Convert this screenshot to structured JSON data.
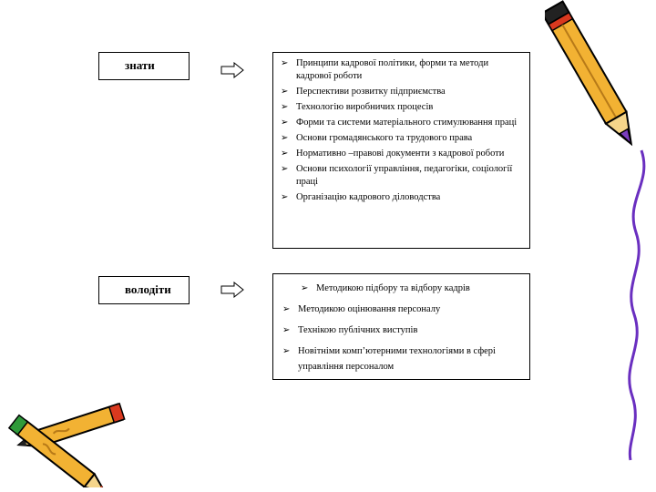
{
  "sections": [
    {
      "label": "знати",
      "items": [
        "Принципи кадрової політики, форми та методи кадрової роботи",
        "Перспективи розвитку підприємства",
        "Технологію виробничих процесів",
        "Форми та системи матеріального стимулювання праці",
        "Основи громадянського та трудового права",
        "Нормативно –правові документи з кадрової роботи",
        "Основи психології управління, педагогіки, соціології праці",
        "Організацію кадрового діловодства"
      ]
    },
    {
      "label": "володіти",
      "items": [
        "Методикою підбору та відбору кадрів",
        "Методикою оцінювання персоналу",
        "Технікою публічних виступів",
        "Новітніми комп’ютерними технологіями в сфері управління персоналом"
      ]
    }
  ],
  "decorations": {
    "pencil_body_color": "#f2b233",
    "pencil_tip_color": "#7a3dbf",
    "pencil_red_color": "#d9391f",
    "pencil_green_color": "#2f9a3a",
    "wavy_line_color": "#6a2fc0"
  },
  "icons": [
    "arrow-right-icon",
    "bullet-arrow-icon",
    "pencil-icon",
    "wavy-line"
  ]
}
